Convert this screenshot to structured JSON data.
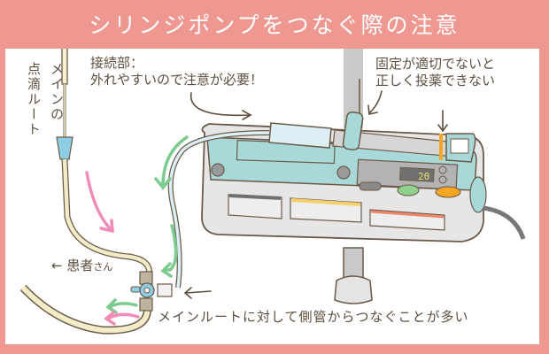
{
  "title": "シリンジポンプをつなぐ際の注意",
  "labels": {
    "main_route_line1": "メインの",
    "main_route_line2": "点滴ルート",
    "connection_line1": "接続部：",
    "connection_line2": "外れやすいので注意が必要！",
    "fixation_line1": "固定が適切でないと",
    "fixation_line2": "正しく投薬できない",
    "patient": "患者",
    "patient_suffix": "さん",
    "patient_arrow": "←",
    "side_tube_note": "メインルートに対して側管からつなぐことが多い"
  },
  "pump": {
    "display_value": "20"
  },
  "colors": {
    "frame": "#ef9892",
    "panel": "#ffffff",
    "text": "#5e4e3e",
    "pump_teal": "#a9d8d8",
    "pump_body": "#e6e6e6",
    "main_tube": "#f4ecc8",
    "side_tube": "#dceff4",
    "arrow_green": "#7ccb8f",
    "arrow_pink": "#f08cb7",
    "accent_orange": "#f5a623",
    "accent_yellow": "#f7cf6b",
    "accent_red": "#f08466",
    "stopcock_blue": "#8ecde6",
    "pole_gray": "#c9c9c9"
  }
}
